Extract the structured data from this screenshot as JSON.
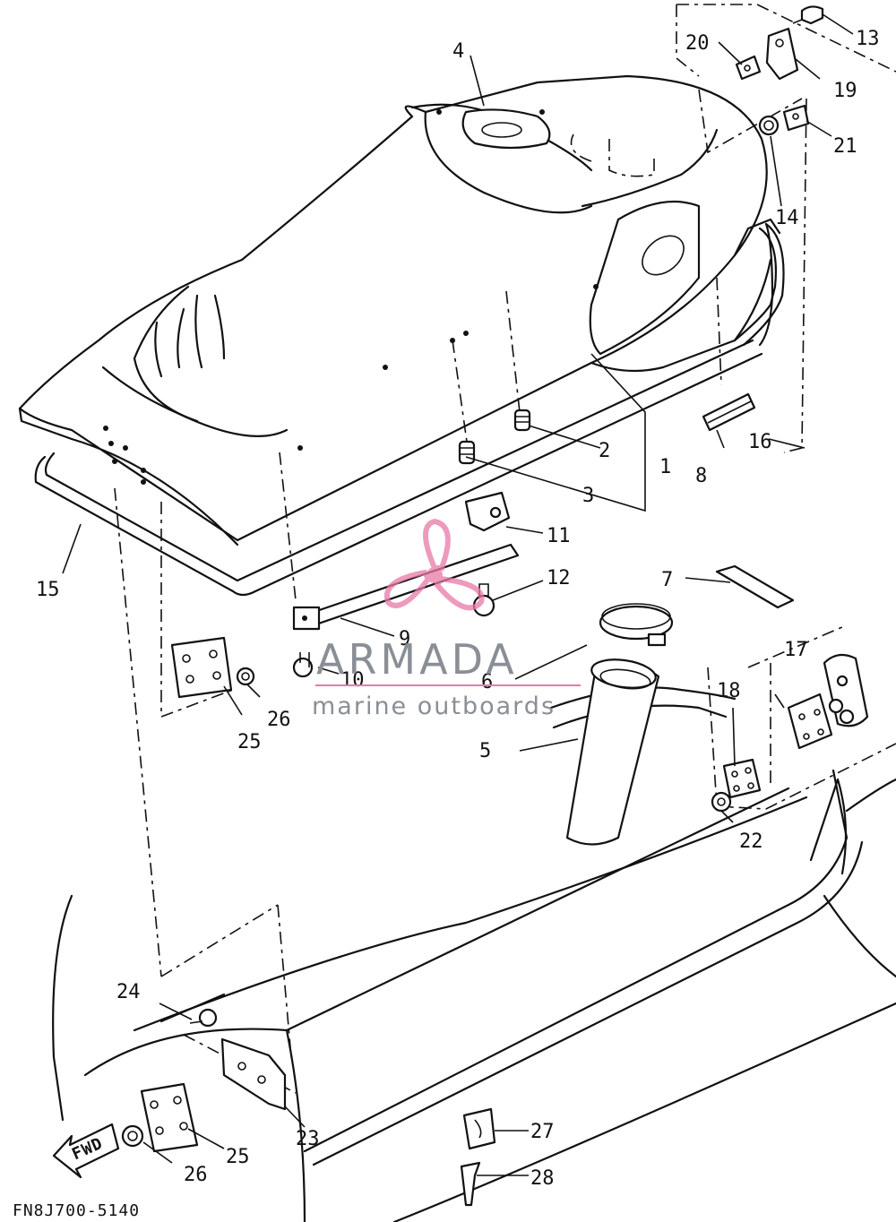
{
  "diagram": {
    "part_callouts": [
      "1",
      "2",
      "3",
      "4",
      "5",
      "6",
      "7",
      "8",
      "9",
      "10",
      "11",
      "12",
      "13",
      "14",
      "15",
      "16",
      "17",
      "18",
      "19",
      "20",
      "21",
      "22",
      "23",
      "24",
      "25",
      "26",
      "25",
      "26",
      "27",
      "28"
    ],
    "direction_label": "FWD",
    "drawing_code": "FN8J700-5140"
  },
  "watermark": {
    "brand": "ARMADA",
    "tagline": "marine outboards",
    "logo_color": "#e879a8",
    "text_color": "#8a8f96"
  }
}
